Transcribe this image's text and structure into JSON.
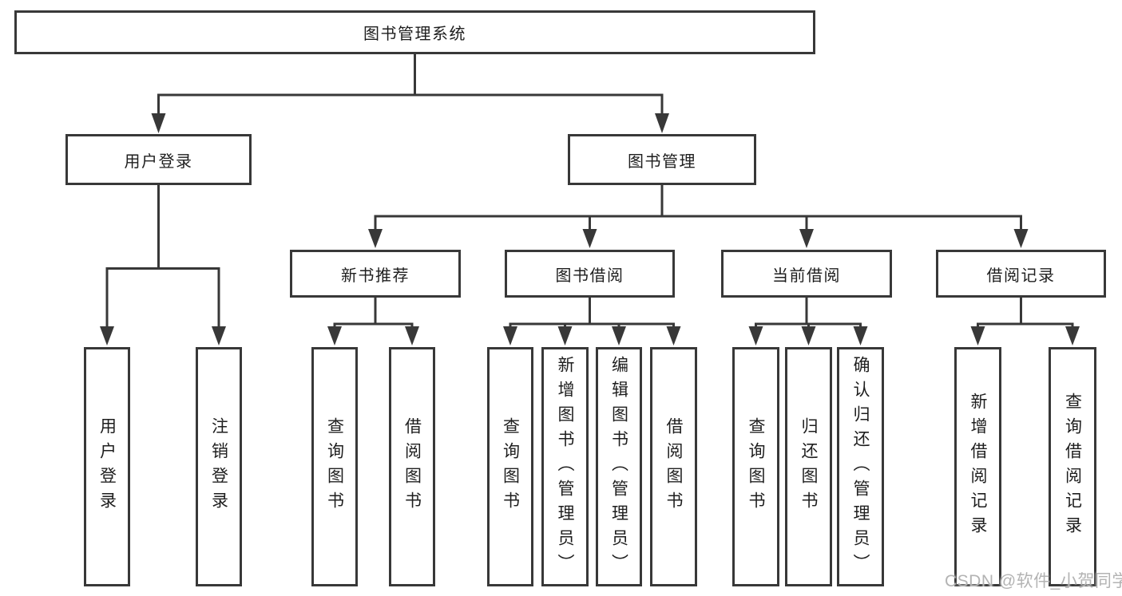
{
  "tree": {
    "label": "图书管理系统",
    "children": [
      {
        "label": "用户登录",
        "children": [
          {
            "label": "用户登录"
          },
          {
            "label": "注销登录"
          }
        ]
      },
      {
        "label": "图书管理",
        "children": [
          {
            "label": "新书推荐",
            "children": [
              {
                "label": "查询图书"
              },
              {
                "label": "借阅图书"
              }
            ]
          },
          {
            "label": "图书借阅",
            "children": [
              {
                "label": "查询图书"
              },
              {
                "label": "新增图书（管理员）"
              },
              {
                "label": "编辑图书（管理员）"
              },
              {
                "label": "借阅图书"
              }
            ]
          },
          {
            "label": "当前借阅",
            "children": [
              {
                "label": "查询图书"
              },
              {
                "label": "归还图书"
              },
              {
                "label": "确认归还（管理员）"
              }
            ]
          },
          {
            "label": "借阅记录",
            "children": [
              {
                "label": "新增借阅记录"
              },
              {
                "label": "查询借阅记录"
              }
            ]
          }
        ]
      }
    ]
  },
  "watermark": "CSDN @软件_小贺同学",
  "colors": {
    "line": "#383838",
    "box_border": "#383838",
    "text": "#1e1e1e",
    "watermark": "#b3b3b3",
    "background": "#ffffff"
  }
}
